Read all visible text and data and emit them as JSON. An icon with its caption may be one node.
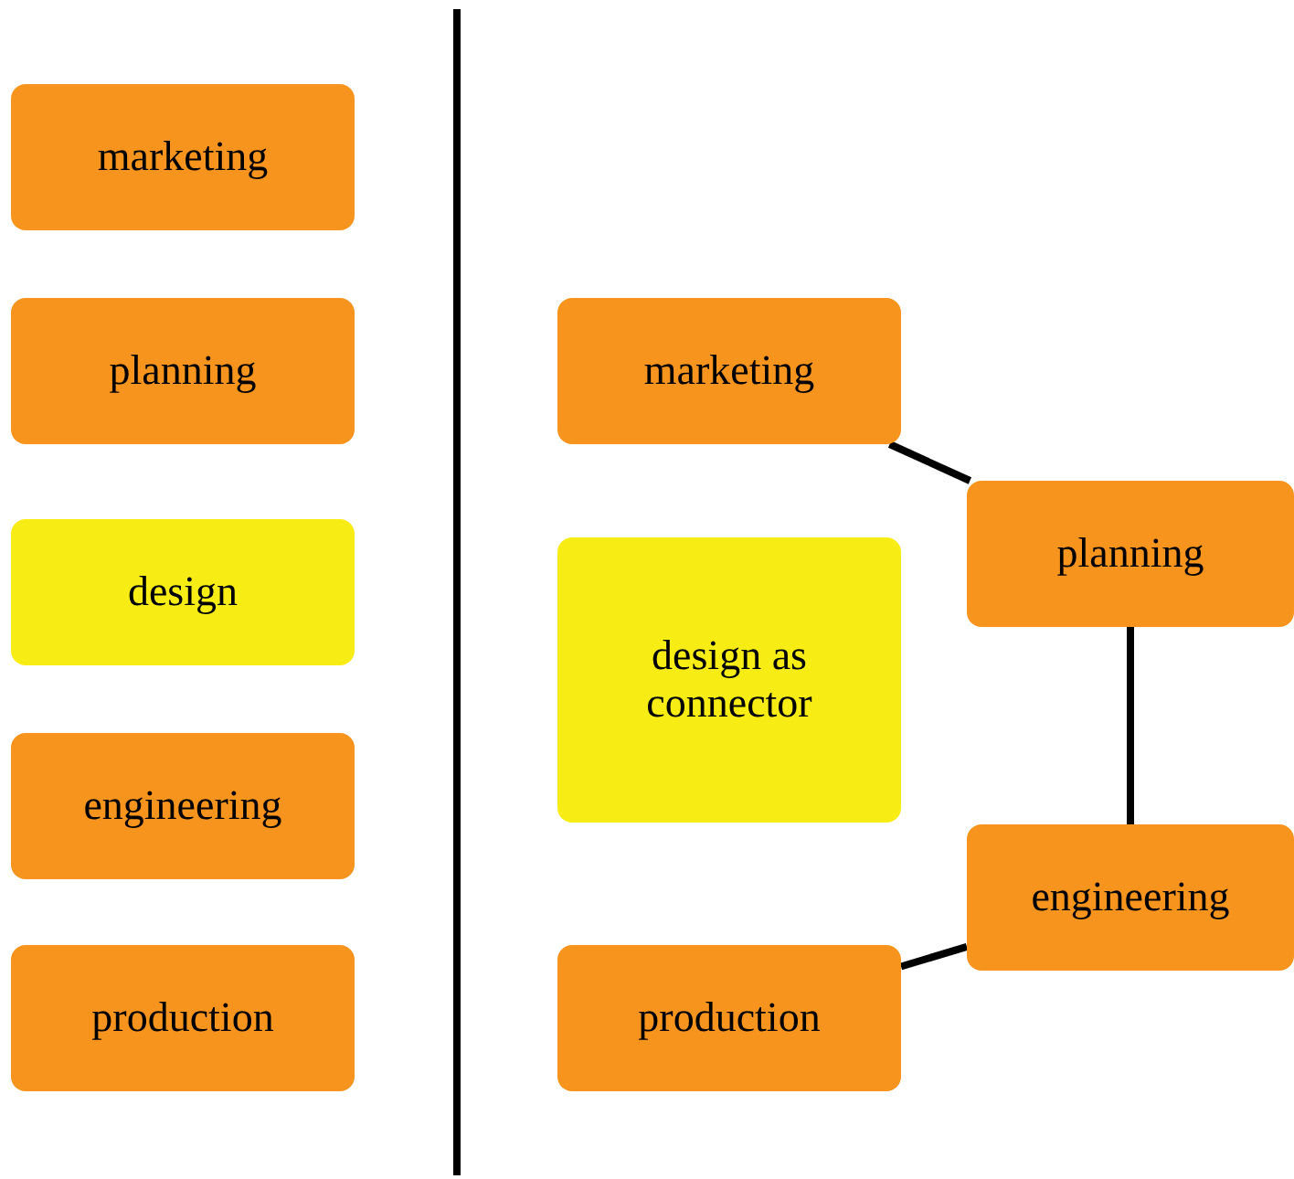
{
  "diagram": {
    "nodes": [
      {
        "text": [
          "marketing"
        ]
      },
      {
        "text": [
          "planning"
        ]
      },
      {
        "text": [
          "design"
        ]
      },
      {
        "text": [
          "engineering"
        ]
      },
      {
        "text": [
          "production"
        ]
      },
      {
        "text": [
          "marketing"
        ]
      },
      {
        "text": [
          "planning"
        ]
      },
      {
        "text": [
          "design as connector"
        ]
      },
      {
        "text": [
          "engineering"
        ]
      },
      {
        "text": [
          "production"
        ]
      }
    ],
    "edges": [
      {
        "from": 5,
        "to": 6,
        "arrow": "none"
      },
      {
        "from": 6,
        "to": 8,
        "arrow": "none"
      },
      {
        "from": 8,
        "to": 9,
        "arrow": "none"
      }
    ]
  }
}
